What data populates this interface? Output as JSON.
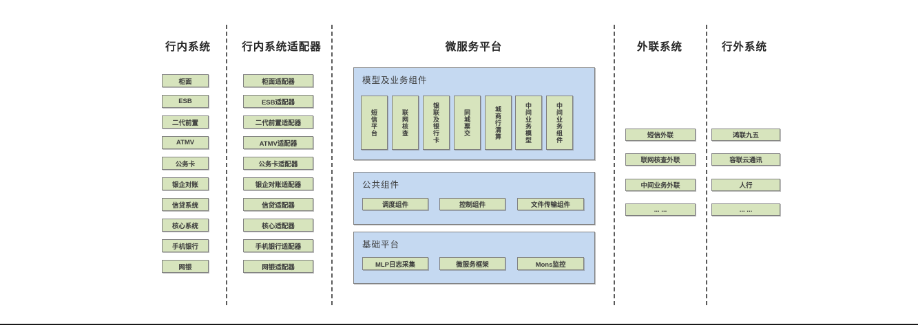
{
  "diagram": {
    "columns": {
      "internal": {
        "title": "行内系统",
        "items": [
          "柜面",
          "ESB",
          "二代前置",
          "ATMV",
          "公务卡",
          "银企对账",
          "信贷系统",
          "核心系统",
          "手机银行",
          "网银"
        ]
      },
      "adapters": {
        "title": "行内系统适配器",
        "items": [
          "柜面适配器",
          "ESB适配器",
          "二代前置适配器",
          "ATMV适配器",
          "公务卡适配器",
          "银企对账适配器",
          "信贷适配器",
          "核心适配器",
          "手机银行适配器",
          "网银适配器"
        ]
      },
      "platform": {
        "title": "微服务平台",
        "panels": [
          {
            "label": "模型及业务组件",
            "items": [
              "短信平台",
              "联网核查",
              "银联及银行卡",
              "同城票交",
              "城商行清算",
              "中间业务模型",
              "中间业务组件"
            ]
          },
          {
            "label": "公共组件",
            "items": [
              "调度组件",
              "控制组件",
              "文件传输组件"
            ]
          },
          {
            "label": "基础平台",
            "items": [
              "MLP日志采集",
              "微服务框架",
              "Mons监控"
            ]
          }
        ]
      },
      "outreach": {
        "title": "外联系统",
        "items": [
          "短信外联",
          "联网核查外联",
          "中间业务外联",
          "... ..."
        ]
      },
      "external": {
        "title": "行外系统",
        "items": [
          "鸿联九五",
          "容联云通讯",
          "人行",
          "... ..."
        ]
      }
    },
    "colors": {
      "box_fill": "#d7e4bd",
      "box_border": "#7f7f7f",
      "panel_fill": "#c5d9f1",
      "divider": "#595959",
      "baseline": "#1a1a1a"
    }
  }
}
